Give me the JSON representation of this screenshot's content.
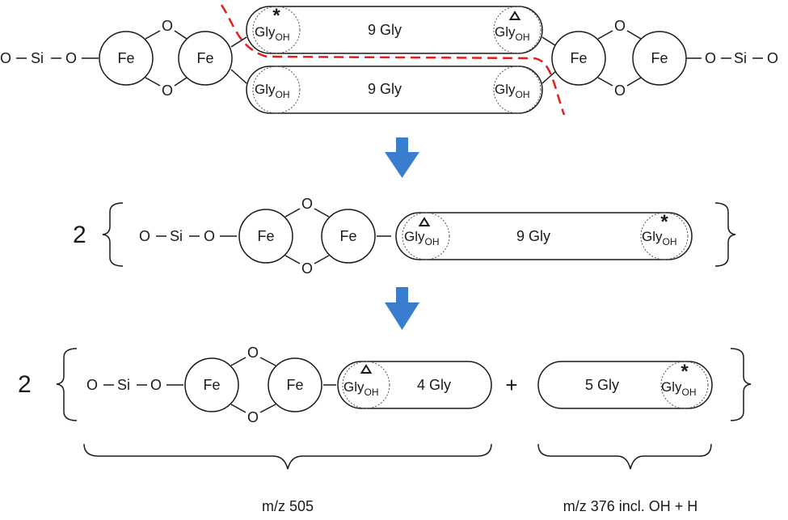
{
  "labels": {
    "o": "O",
    "si": "Si",
    "fe": "Fe",
    "gly_main": "Gly",
    "gly_sub": "OH",
    "nine_gly": "9 Gly",
    "four_gly": "4 Gly",
    "five_gly": "5 Gly",
    "star": "*",
    "triangle": "Δ",
    "two": "2",
    "plus": "+"
  },
  "mass": {
    "left": "m/z  505",
    "right": "m/z  376  incl. OH + H"
  },
  "colors": {
    "cleavage_line": "#e0201b",
    "arrow": "#3a7dcf"
  }
}
